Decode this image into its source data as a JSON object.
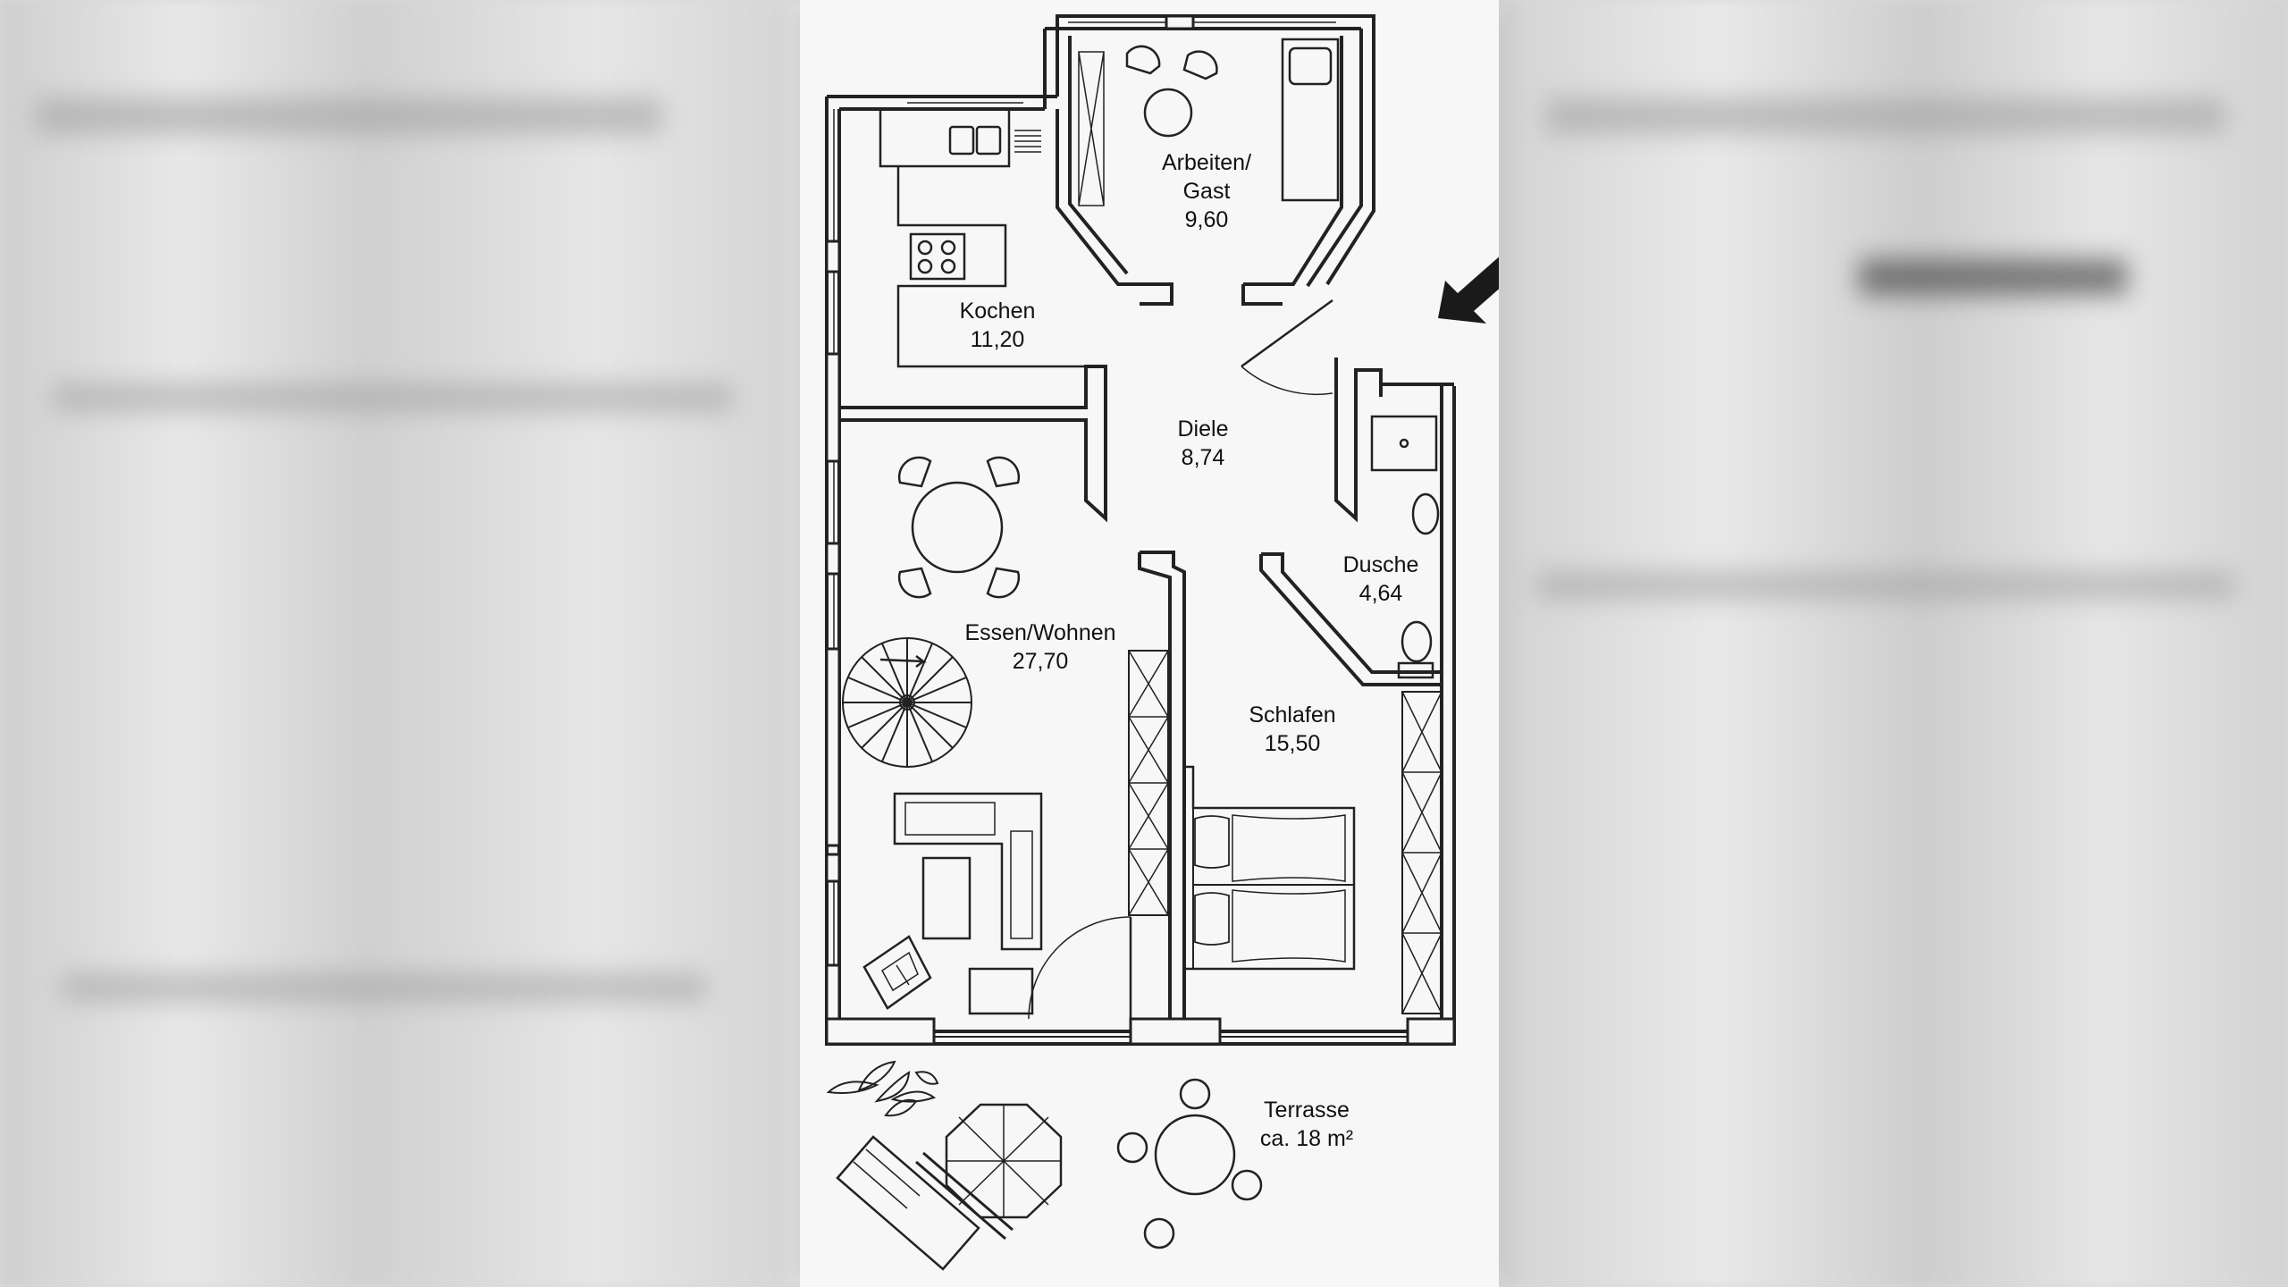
{
  "rooms": [
    {
      "name": "Arbeiten/",
      "name2": "Gast",
      "area": "9,60"
    },
    {
      "name": "Kochen",
      "area": "11,20"
    },
    {
      "name": "Diele",
      "area": "8,74"
    },
    {
      "name": "Dusche",
      "area": "4,64"
    },
    {
      "name": "Essen/Wohnen",
      "area": "27,70"
    },
    {
      "name": "Schlafen",
      "area": "15,50"
    },
    {
      "name": "Terrasse",
      "area": "ca. 18 m²"
    }
  ],
  "colors": {
    "line": "#222222",
    "paper": "#f7f7f7",
    "hatch": "#bcbcbc"
  },
  "icons": [
    "entrance-arrow-icon",
    "spiral-stair-icon",
    "parasol-icon",
    "plant-icon",
    "sun-lounger-icon"
  ]
}
